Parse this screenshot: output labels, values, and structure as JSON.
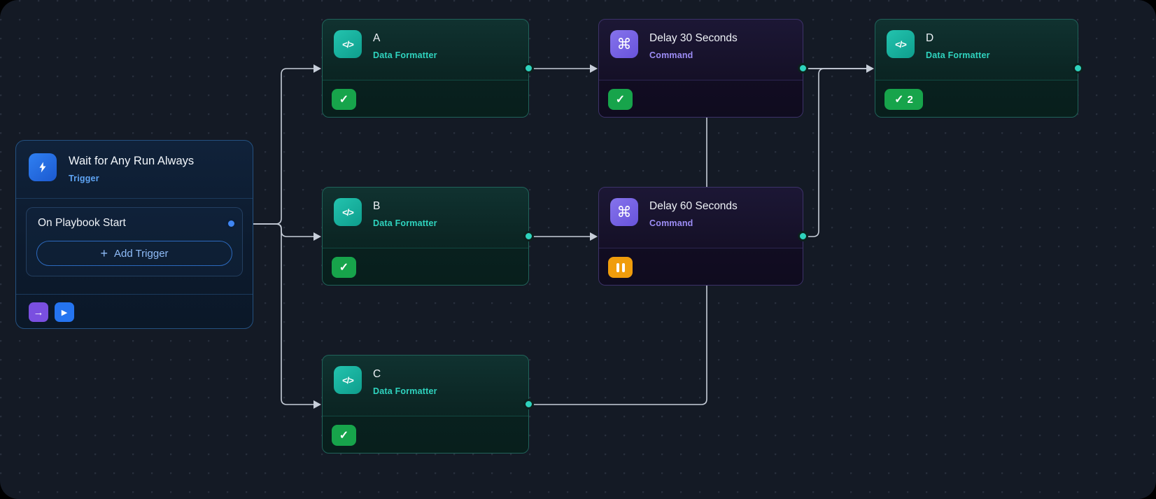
{
  "canvas": {
    "name": "Playbook workflow canvas"
  },
  "trigger": {
    "title": "Wait for Any Run Always",
    "type_label": "Trigger",
    "event_label": "On Playbook Start",
    "add_button_label": "Add Trigger",
    "plus_glyph": "+",
    "continue_glyph": "→",
    "run_glyph": "▶"
  },
  "nodes": [
    {
      "title": "A",
      "type_label": "Data Formatter",
      "theme": "teal",
      "icon": "code-icon",
      "icon_glyph": "</>",
      "status": "success",
      "status_glyph": "✓"
    },
    {
      "title": "Delay 30 Seconds",
      "type_label": "Command",
      "theme": "purple",
      "icon": "command-icon",
      "icon_glyph": "⌘",
      "status": "success",
      "status_glyph": "✓"
    },
    {
      "title": "D",
      "type_label": "Data Formatter",
      "theme": "teal",
      "icon": "code-icon",
      "icon_glyph": "</>",
      "status": "success",
      "status_glyph": "✓",
      "status_count": "2"
    },
    {
      "title": "B",
      "type_label": "Data Formatter",
      "theme": "teal",
      "icon": "code-icon",
      "icon_glyph": "</>",
      "status": "success",
      "status_glyph": "✓"
    },
    {
      "title": "Delay 60 Seconds",
      "type_label": "Command",
      "theme": "purple",
      "icon": "command-icon",
      "icon_glyph": "⌘",
      "status": "paused"
    },
    {
      "title": "C",
      "type_label": "Data Formatter",
      "theme": "teal",
      "icon": "code-icon",
      "icon_glyph": "</>",
      "status": "success",
      "status_glyph": "✓"
    }
  ],
  "edges": [
    {
      "from": "On Playbook Start",
      "to": "A"
    },
    {
      "from": "On Playbook Start",
      "to": "B"
    },
    {
      "from": "On Playbook Start",
      "to": "C"
    },
    {
      "from": "A",
      "to": "Delay 30 Seconds"
    },
    {
      "from": "B",
      "to": "Delay 60 Seconds"
    },
    {
      "from": "Delay 30 Seconds",
      "to": "D"
    },
    {
      "from": "Delay 60 Seconds",
      "to": "D"
    },
    {
      "from": "C",
      "to": "D"
    }
  ],
  "colors": {
    "teal_accent": "#2fd4bf",
    "purple_accent": "#9d8df6",
    "blue_accent": "#3f86f4",
    "success": "#17a44b",
    "paused": "#f09d0c",
    "edge": "#c7ced9"
  }
}
